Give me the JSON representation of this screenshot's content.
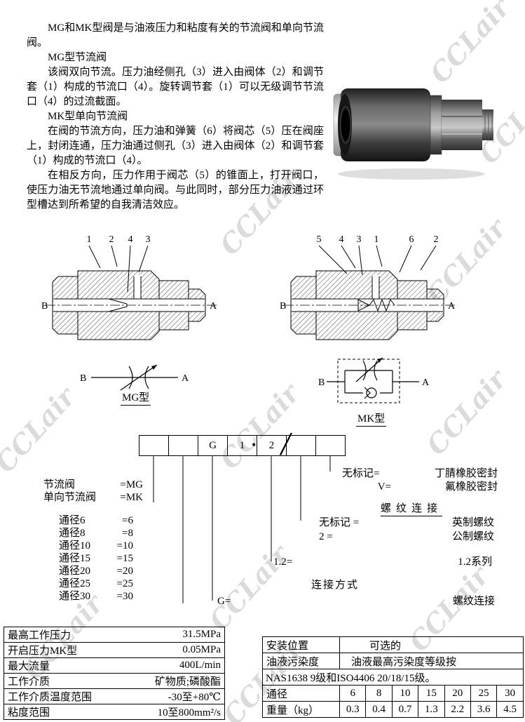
{
  "page": {
    "watermark": "CCLair"
  },
  "intro": {
    "p1": "MG和MK型阀是与油液压力和粘度有关的节流阀和单向节流阀。",
    "h_mg": "MG型节流阀",
    "p_mg": "该阀双向节流。压力油经侧孔（3）进入由阀体（2）和调节套（1）构成的节流口（4）。旋转调节套（1）可以无级调节节流口（4）的过流截面。",
    "h_mk": "MK型单向节流阀",
    "p_mk1": "在阀的节流方向，压力油和弹簧（6）将阀芯（5）压在阀座上，封闭连通，压力油通过侧孔（3）进入由阀体（2）和调节套（1）构成的节流口（4）。",
    "p_mk2": "在相反方向，压力作用于阀芯（5）的锥面上，打开阀口，使压力油无节流地通过单向阀。与此同时，部分压力油液通过环型槽达到所希望的自我清洁效应。"
  },
  "diagrams": {
    "mg": {
      "numbers": [
        "1",
        "2",
        "4",
        "3"
      ],
      "left_port": "B",
      "right_port": "A",
      "caption": "MG型"
    },
    "mk": {
      "numbers": [
        "5",
        "4",
        "3",
        "1",
        "6",
        "2"
      ],
      "left_port": "B",
      "right_port": "A",
      "caption": "MK型"
    },
    "mg_symbol": {
      "left": "B",
      "right": "A"
    },
    "mk_symbol": {
      "left": "B",
      "right": "A"
    }
  },
  "ordering": {
    "boxes": [
      "",
      "",
      "G",
      "1",
      "2",
      "",
      ""
    ],
    "dot": "•",
    "slash": "/",
    "type_rows": [
      {
        "label": "节流阀",
        "value": "=MG"
      },
      {
        "label": "单向节流阀",
        "value": "=MK"
      }
    ],
    "bore_rows": [
      {
        "label": "通径6",
        "value": "=6"
      },
      {
        "label": "通径8",
        "value": "=8"
      },
      {
        "label": "通径10",
        "value": "=10"
      },
      {
        "label": "通径15",
        "value": "=15"
      },
      {
        "label": "通径20",
        "value": "=20"
      },
      {
        "label": "通径25",
        "value": "=25"
      },
      {
        "label": "通径30",
        "value": "=30"
      }
    ],
    "seal_rows": [
      {
        "label": "无标记=",
        "value": "丁腈橡胶密封"
      },
      {
        "label": "V=",
        "value": "氟橡胶密封"
      }
    ],
    "thread_heading": "螺纹连接",
    "thread_rows": [
      {
        "label": "无标记 =",
        "value": "英制螺纹"
      },
      {
        "label": "2 =",
        "value": "公制螺纹"
      }
    ],
    "series_row": {
      "label": "1.2=",
      "value": "1.2系列"
    },
    "connection_heading": "连接方式",
    "connection_row": {
      "label": "G=",
      "value": "螺纹连接"
    }
  },
  "specs_left": {
    "rows": [
      {
        "label": "最高工作压力",
        "value": "31.5MPa"
      },
      {
        "label": "开启压力MK型",
        "value": "0.05MPa"
      },
      {
        "label": "最大流量",
        "value": "400L/min"
      },
      {
        "label": "工作介质",
        "value": "矿物质;磷酸酯"
      },
      {
        "label": "工作介质温度范围",
        "value": "-30至+80℃"
      },
      {
        "label": "粘度范围",
        "value": "10至800mm²/s"
      }
    ]
  },
  "specs_right": {
    "install_label": "安装位置",
    "install_value": "可选的",
    "contam_label": "油液污染度",
    "contam_value": "油液最高污染度等级按",
    "contam_note": "NAS1638 9级和ISO4406 20/18/15级。",
    "dn_label": "通径",
    "dn_values": [
      "6",
      "8",
      "10",
      "15",
      "20",
      "25",
      "30"
    ],
    "weight_label": "重量（kg）",
    "weight_values": [
      "0.3",
      "0.4",
      "0.7",
      "1.3",
      "2.2",
      "3.6",
      "4.5"
    ]
  }
}
